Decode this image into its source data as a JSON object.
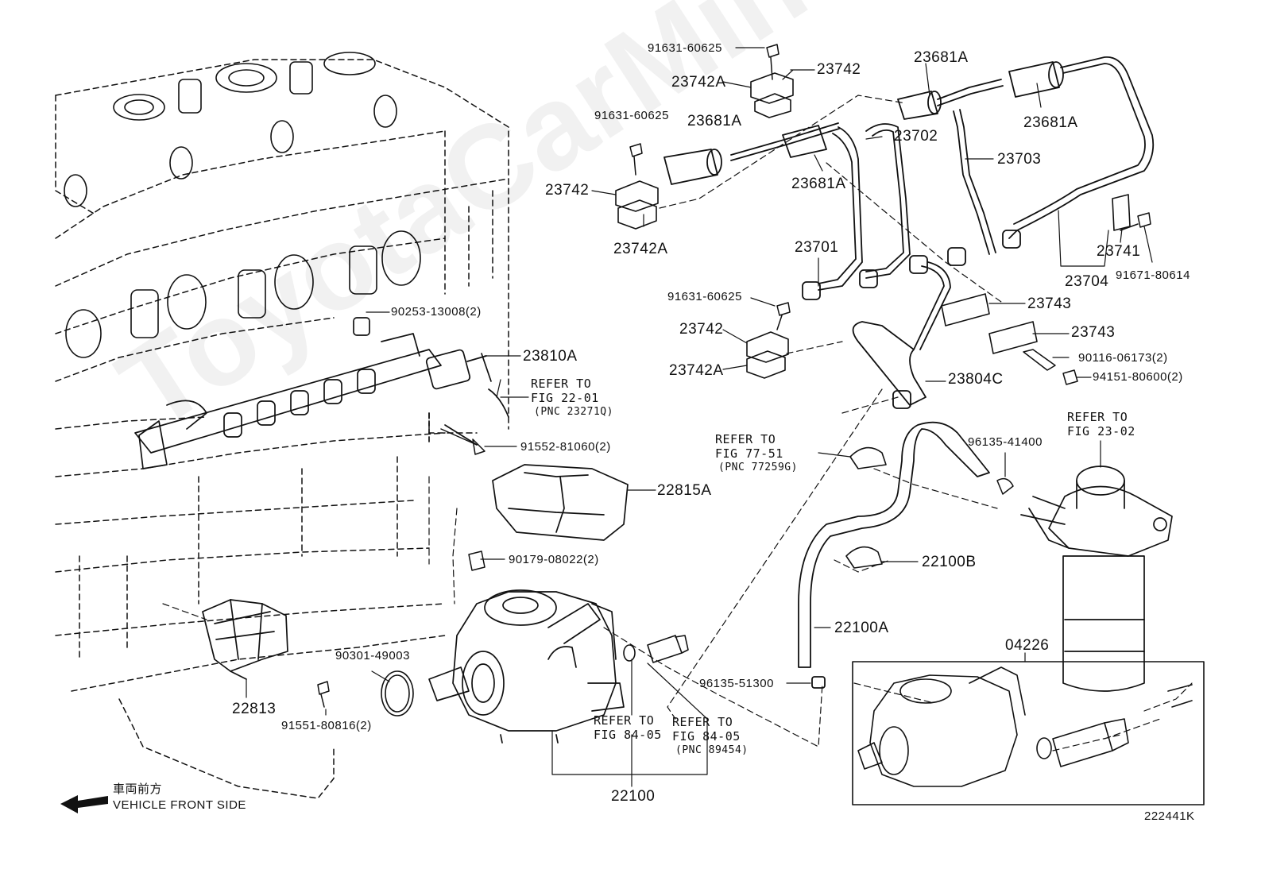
{
  "watermark": "ToyotaCarMine.ru",
  "labels": {
    "p91631a": "91631-60625",
    "p23742top": "23742",
    "p23742Atop": "23742A",
    "p23681Atop": "23681A",
    "p91631b": "91631-60625",
    "p23681Aleft": "23681A",
    "p23702": "23702",
    "p23703": "23703",
    "p23681Aright": "23681A",
    "p23742left": "23742",
    "p23681Amid": "23681A",
    "p23742Aleft": "23742A",
    "p23701": "23701",
    "p23741": "23741",
    "p23704": "23704",
    "p91671": "91671-80614",
    "p91631c": "91631-60625",
    "p23743a": "23743",
    "p23742mid": "23742",
    "p23743b": "23743",
    "p90116": "90116-06173(2)",
    "p23742Amid": "23742A",
    "p23804C": "23804C",
    "p94151": "94151-80600(2)",
    "p90253": "90253-13008(2)",
    "p23810A": "23810A",
    "p91552": "91552-81060(2)",
    "p22815A": "22815A",
    "p90179": "90179-08022(2)",
    "p96135a": "96135-41400",
    "p22100B": "22100B",
    "p22100A": "22100A",
    "p04226": "04226",
    "p90301": "90301-49003",
    "p22813": "22813",
    "p91551": "91551-80816(2)",
    "p96135b": "96135-51300",
    "p22100": "22100",
    "code": "222441K"
  },
  "refs": {
    "r1": [
      "REFER TO",
      "FIG 22-01",
      "(PNC 23271Q)"
    ],
    "r2": [
      "REFER TO",
      "FIG 77-51",
      "(PNC 77259G)"
    ],
    "r3": [
      "REFER TO",
      "FIG 23-02"
    ],
    "r4": [
      "REFER TO",
      "FIG 84-05"
    ],
    "r5": [
      "REFER TO",
      "FIG 84-05",
      "(PNC 89454)"
    ]
  },
  "front": {
    "jp": "車両前方",
    "en": "VEHICLE FRONT SIDE"
  }
}
